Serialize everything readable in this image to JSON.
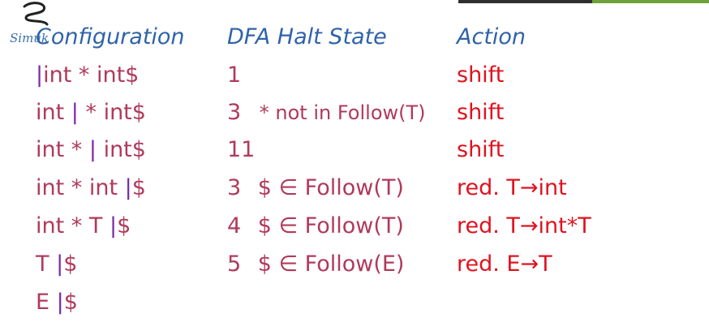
{
  "logo": {
    "text": "Simuk"
  },
  "headers": {
    "configuration": "Configuration",
    "dfa_halt_state": "DFA Halt State",
    "action": "Action"
  },
  "rows": [
    {
      "config_pre": "",
      "config_post": "int * int$",
      "state": "1",
      "note": "",
      "action": "shift"
    },
    {
      "config_pre": "int ",
      "config_post": " * int$",
      "state": "3",
      "note": "* not in Follow(T)",
      "action": "shift"
    },
    {
      "config_pre": "int * ",
      "config_post": " int$",
      "state": "11",
      "note": "",
      "action": "shift"
    },
    {
      "config_pre": "int * int ",
      "config_post": "$",
      "state": "3",
      "note": "$ ∈ Follow(T)",
      "action": "red. T→int"
    },
    {
      "config_pre": "int * T ",
      "config_post": "$",
      "state": "4",
      "note": "$ ∈ Follow(T)",
      "action": "red. T→int*T"
    },
    {
      "config_pre": "T ",
      "config_post": "$",
      "state": "5",
      "note": "$ ∈ Follow(E)",
      "action": "red. E→T"
    },
    {
      "config_pre": "E ",
      "config_post": "$",
      "state": "",
      "note": "",
      "action": ""
    }
  ],
  "bar_char": "|",
  "colors": {
    "header": "#2f63a8",
    "body": "#b03a5b",
    "action": "#e0121f",
    "bar": "#7a2aa6"
  }
}
